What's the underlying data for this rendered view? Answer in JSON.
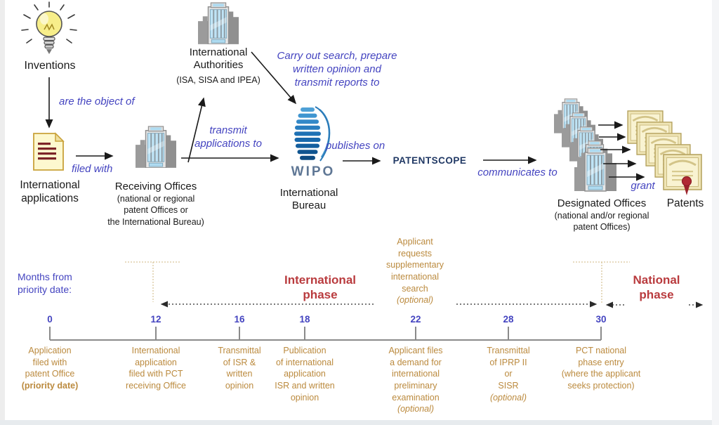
{
  "colors": {
    "annotation_blue": "#4444c0",
    "phase_red": "#b93b3e",
    "event_tan": "#bb8a3e",
    "tick_blue": "#4444c0",
    "patentscope_navy": "#203864",
    "wipo_logo_blue": "#2a7ab8",
    "wipo_word_gray_blue": "#5f7795",
    "axis_gray": "#8a8a8a",
    "bracket_tan": "#d9c59b"
  },
  "flow": {
    "inventions_label": "Inventions",
    "are_object_of": "are the object of",
    "intl_applications_label": "International\napplications",
    "filed_with": "filed with",
    "receiving_offices_label": "Receiving Offices",
    "receiving_offices_sub": "(national or regional\npatent Offices or\nthe International Bureau)",
    "transmit_applications_to": "transmit\napplications to",
    "intl_authorities_label": "International\nAuthorities",
    "intl_authorities_sub": "(ISA, SISA and IPEA)",
    "carry_out_note": "Carry out search, prepare\nwritten opinion and\ntransmit reports to",
    "wipo_word": "WIPO",
    "intl_bureau_label": "International\nBureau",
    "publishes_on": "publishes on",
    "patentscope_label": "PATENTSCOPE",
    "communicates_to": "communicates to",
    "designated_offices_label": "Designated Offices",
    "designated_offices_sub": "(national and/or regional\npatent Offices)",
    "grant": "grant",
    "patents_label": "Patents"
  },
  "timeline": {
    "intro": "Months from\npriority date:",
    "international_phase": "International\nphase",
    "national_phase": "National\nphase",
    "supplementary": {
      "lines": "Applicant\nrequests\nsupplementary\ninternational\nsearch",
      "optional": "(optional)"
    },
    "ticks": [
      "0",
      "12",
      "16",
      "18",
      "22",
      "28",
      "30"
    ],
    "events": [
      {
        "lines": "Application\nfiled with\npatent Office",
        "note": "(priority date)"
      },
      {
        "lines": "International\napplication\nfiled with PCT\nreceiving Office",
        "note": ""
      },
      {
        "lines": "Transmittal\nof ISR &\nwritten\nopinion",
        "note": ""
      },
      {
        "lines": "Publication\nof international\napplication\nISR and written\nopinion",
        "note": ""
      },
      {
        "lines": "Applicant files\na demand for\ninternational\npreliminary\nexamination",
        "note": "(optional)"
      },
      {
        "lines": "Transmittal\nof IPRP II\nor\nSISR",
        "note": "(optional)"
      },
      {
        "lines": "PCT national\nphase entry\n(where the applicant\nseeks protection)",
        "note": ""
      }
    ]
  }
}
